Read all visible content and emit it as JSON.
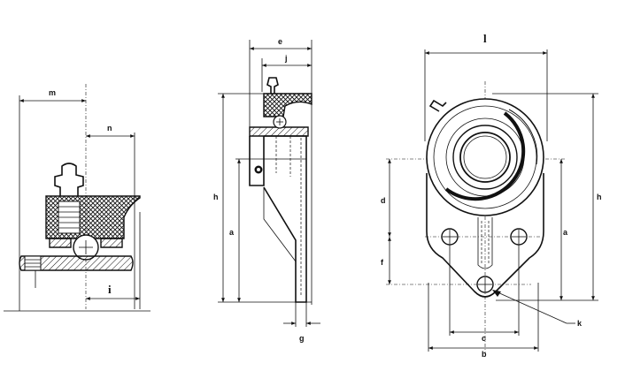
{
  "labels": {
    "side": {
      "m": "m",
      "n": "n",
      "i": "i"
    },
    "front": {
      "e": "e",
      "j": "j",
      "h": "h",
      "a": "a",
      "g": "g"
    },
    "top": {
      "l": "l",
      "d": "d",
      "f": "f",
      "h": "h",
      "a": "a",
      "c": "c",
      "b": "b",
      "k": "k"
    }
  }
}
